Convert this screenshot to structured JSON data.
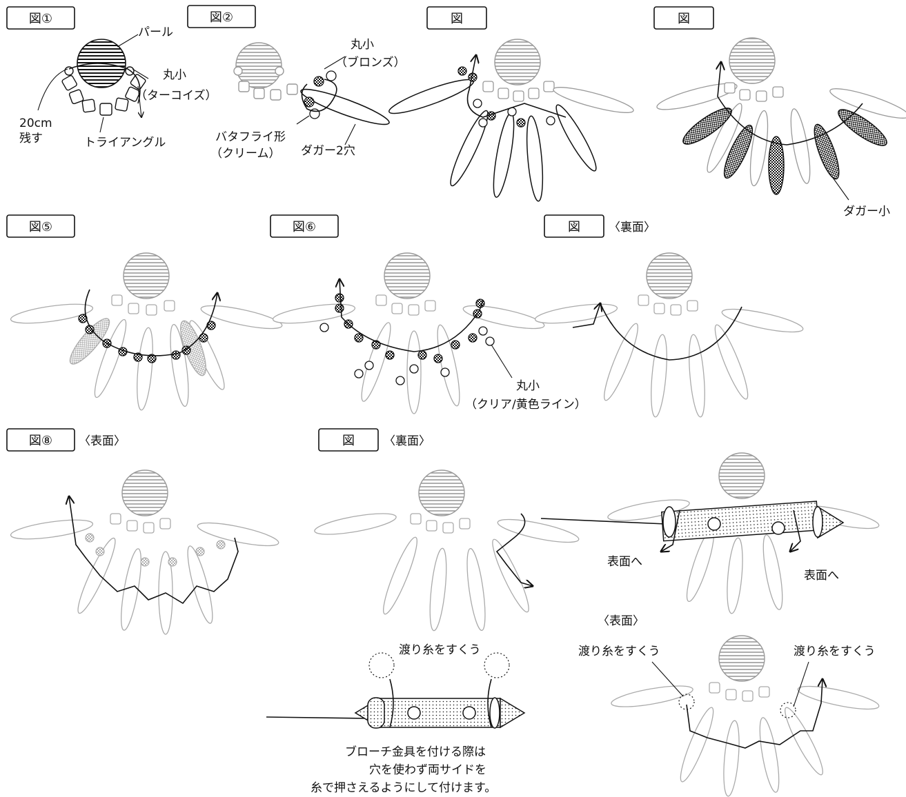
{
  "figures": [
    {
      "label": "図①"
    },
    {
      "label": "図②"
    },
    {
      "label": "図"
    },
    {
      "label": "図"
    },
    {
      "label": "図⑤"
    },
    {
      "label": "図⑥"
    },
    {
      "label": "図",
      "side": "〈裏面〉"
    },
    {
      "label": "図⑧",
      "side": "〈表面〉"
    },
    {
      "label": "図",
      "side": "〈裏面〉"
    }
  ],
  "fig1": {
    "pearl": "パール",
    "round_small": "丸小",
    "turquoise": "（ターコイズ）",
    "remain_1": "20cm",
    "remain_2": "残す",
    "triangle": "トライアングル"
  },
  "fig2": {
    "round_small": "丸小",
    "bronze": "（ブロンズ）",
    "butterfly": "バタフライ形",
    "cream": "（クリーム）",
    "dagger2": "ダガー2穴"
  },
  "fig4": {
    "dagger_small": "ダガー小"
  },
  "fig6": {
    "round_small": "丸小",
    "clear_yellow": "（クリア/黄色ライン）"
  },
  "fig9": {
    "to_front_1": "表面へ",
    "to_front_2": "表面へ"
  },
  "bottom": {
    "scoop_top": "渡り糸をすくう",
    "note_1": "ブローチ金具を付ける際は",
    "note_2": "穴を使わず両サイドを",
    "note_3": "糸で押さえるようにして付けます。",
    "front_label": "〈表面〉",
    "scoop_left": "渡り糸をすくう",
    "scoop_right": "渡り糸をすくう"
  },
  "colors": {
    "ink": "#111111",
    "gray": "#9a9a9a",
    "light": "#bdbdbd"
  }
}
